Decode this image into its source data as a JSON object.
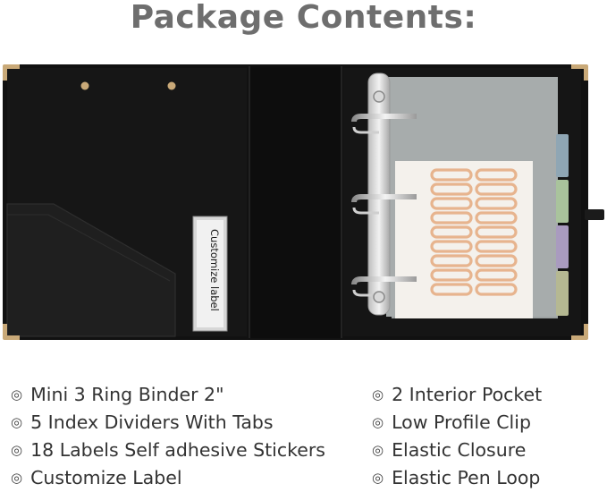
{
  "header": {
    "title": "Package Contents:"
  },
  "binder": {
    "label_text": "Customize label",
    "colors": {
      "cover": "#121212",
      "corner": "#c9a978",
      "divider": "#a3a8a8",
      "tab_blue": "#8fa6b4",
      "tab_green": "#a9c39c",
      "tab_purple": "#a99bbf",
      "tab_olive": "#b5b892",
      "sticker": "#e7b48e"
    }
  },
  "features": {
    "bullet": "◎",
    "left": [
      "Mini 3 Ring Binder 2\"",
      "5 Index Dividers With Tabs",
      "18 Labels Self adhesive Stickers",
      "Customize Label"
    ],
    "right": [
      "2 Interior Pocket",
      "Low Profile Clip",
      "Elastic Closure",
      "Elastic Pen Loop"
    ]
  }
}
